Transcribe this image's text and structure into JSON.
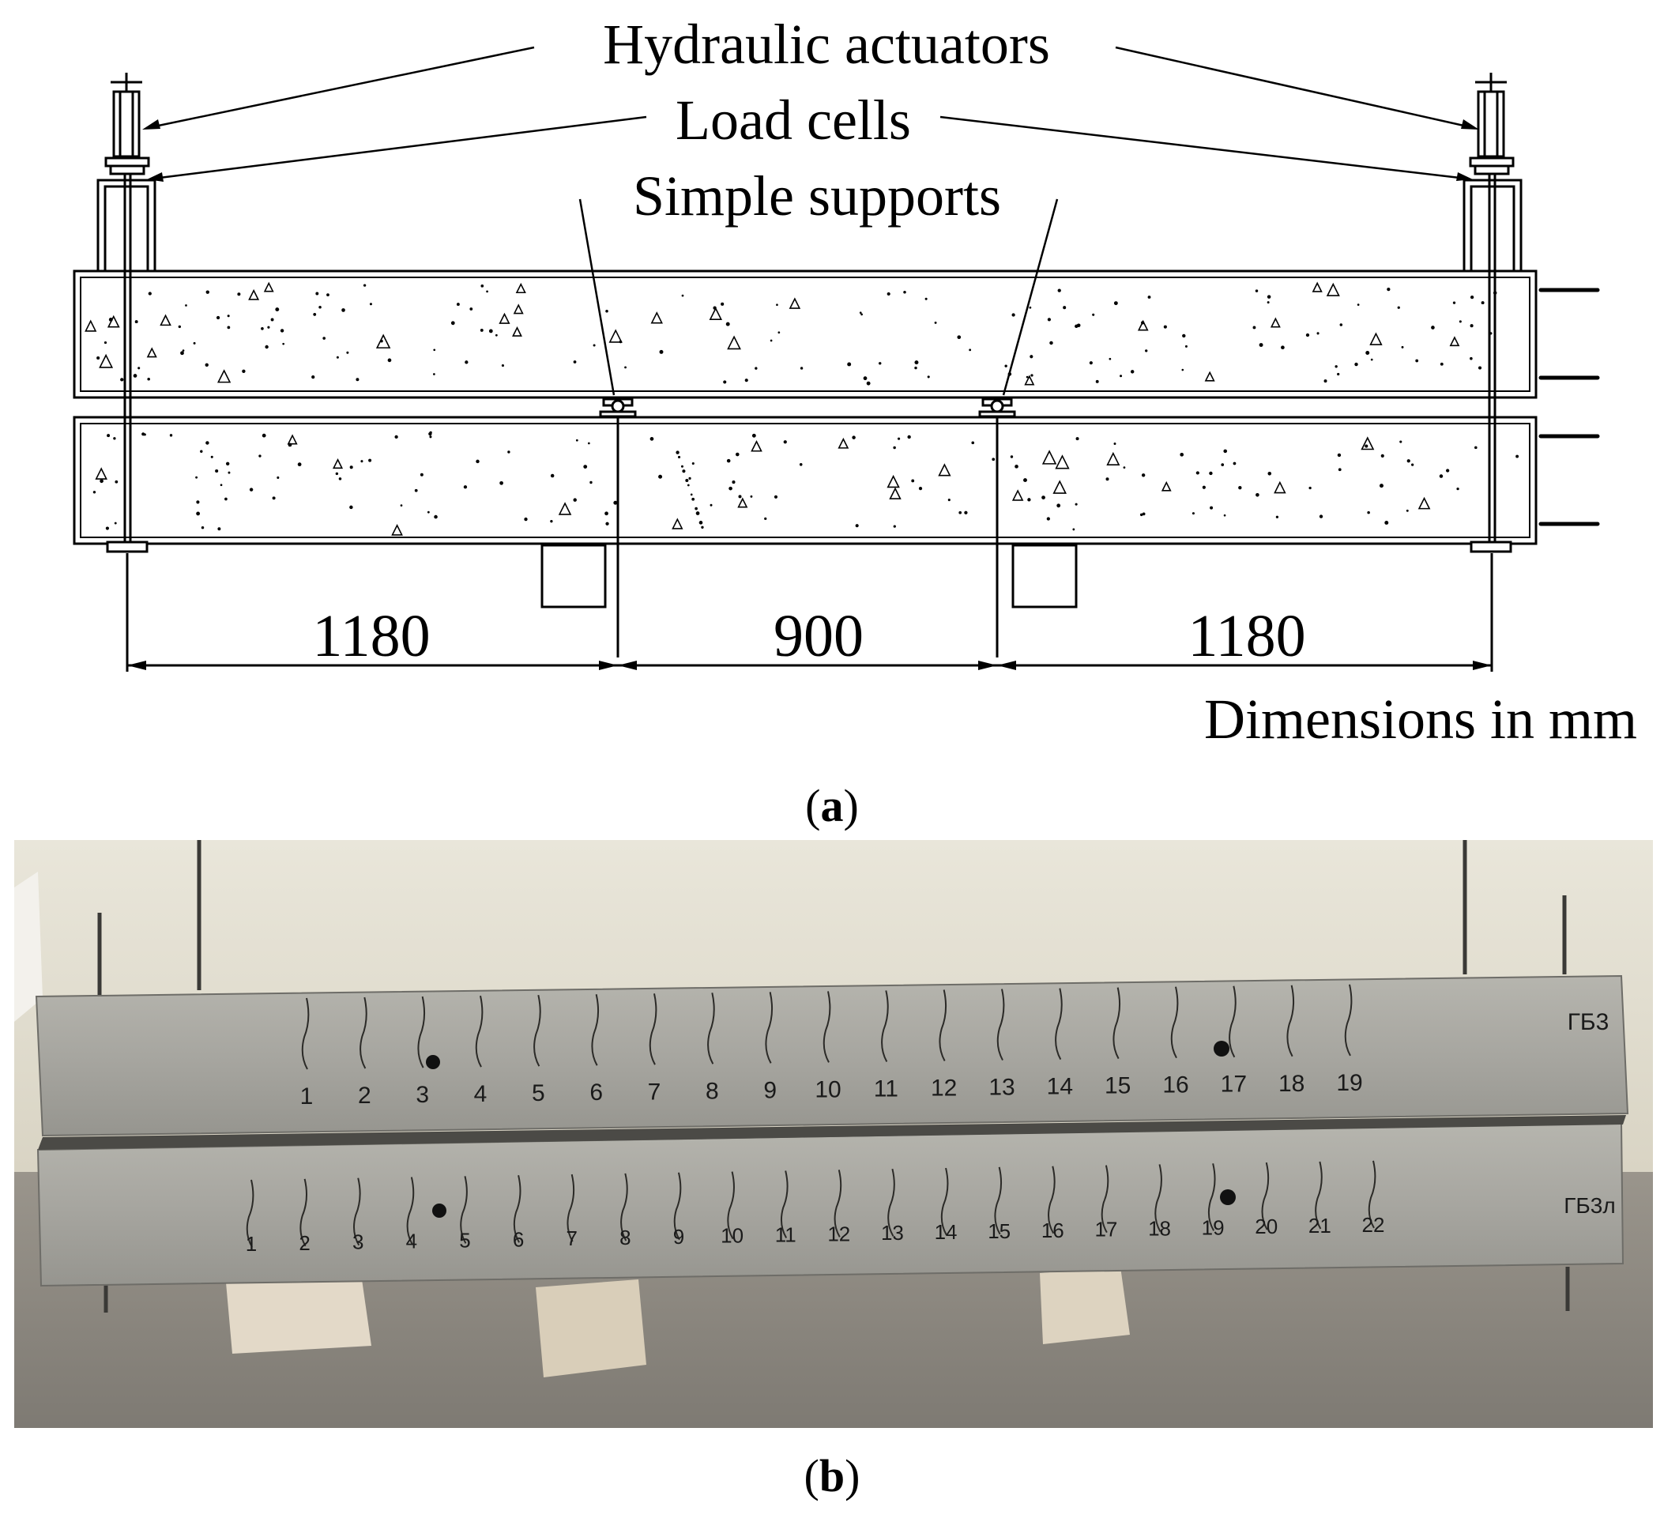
{
  "panel_a": {
    "label_open": "(",
    "label_letter": "a",
    "label_close": ")",
    "labels": {
      "hydraulic_actuators": "Hydraulic actuators",
      "load_cells": "Load cells",
      "simple_supports": "Simple supports"
    },
    "dimensions": {
      "left_span": "1180",
      "middle_span": "900",
      "right_span": "1180",
      "note": "Dimensions in mm"
    }
  },
  "panel_b": {
    "label_open": "(",
    "label_letter": "b",
    "label_close": ")",
    "upper_beam_tag": "ГБ3",
    "lower_beam_tag": "ГБ3л",
    "upper_crack_numbers": [
      "1",
      "2",
      "3",
      "4",
      "5",
      "6",
      "7",
      "8",
      "9",
      "10",
      "11",
      "12",
      "13",
      "14",
      "15",
      "16",
      "17",
      "18",
      "19"
    ],
    "lower_crack_numbers": [
      "1",
      "2",
      "3",
      "4",
      "5",
      "6",
      "7",
      "8",
      "9",
      "10",
      "11",
      "12",
      "13",
      "14",
      "15",
      "16",
      "17",
      "18",
      "19",
      "20",
      "21",
      "22"
    ]
  },
  "colors": {
    "line": "#000000",
    "wall": "#e4e0d3",
    "floor": "#8f8a82",
    "concrete": "#a9a8a2",
    "block": "#e2d9c9"
  }
}
